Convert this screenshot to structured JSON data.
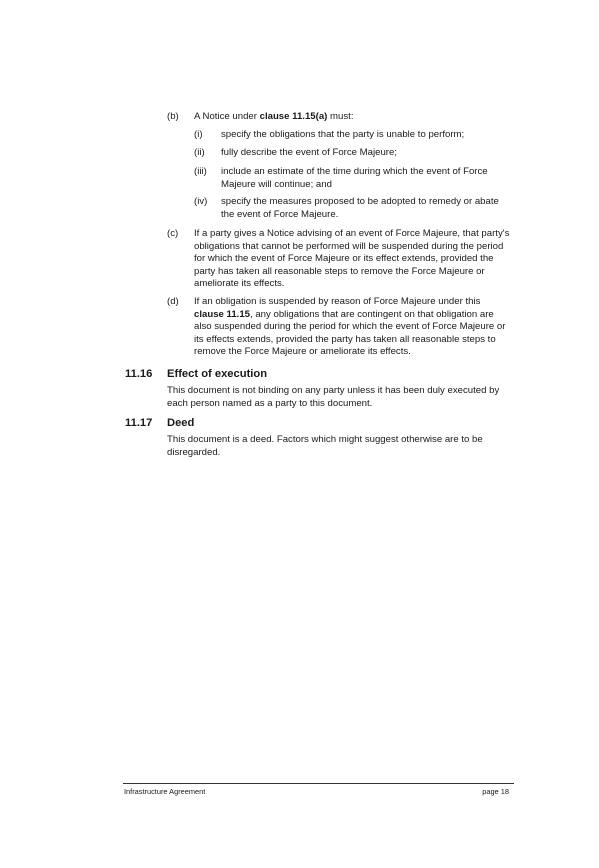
{
  "clause_b": {
    "label": "(b)",
    "text_before": "A Notice under ",
    "ref": "clause 11.15(a)",
    "text_after": " must:",
    "subitems": [
      {
        "label": "(i)",
        "text": "specify the obligations that the party is unable to perform;"
      },
      {
        "label": "(ii)",
        "text": "fully describe the event of Force Majeure;"
      },
      {
        "label": "(iii)",
        "text": "include an estimate of the time during which the event of Force Majeure will continue; and"
      },
      {
        "label": "(iv)",
        "text": "specify the measures proposed to be adopted to remedy or abate the event of Force Majeure."
      }
    ]
  },
  "clause_c": {
    "label": "(c)",
    "text": "If a party gives a Notice advising of an event of Force Majeure, that party's obligations that cannot be performed will be suspended during the period for which the event of Force Majeure or its effect extends, provided the party has taken all reasonable steps to remove the Force Majeure or ameliorate its effects."
  },
  "clause_d": {
    "label": "(d)",
    "text_before": "If an obligation is suspended by reason of Force Majeure under this ",
    "ref": "clause 11.15",
    "text_after": ", any obligations that are contingent on that obligation are also suspended during the period for which the event of Force Majeure or its effects extends, provided the party has taken all reasonable steps to remove the Force Majeure or ameliorate its effects."
  },
  "section_1116": {
    "number": "11.16",
    "title": "Effect of execution",
    "text": "This document is not binding on any party unless it has been duly executed by each person named as a party to this document."
  },
  "section_1117": {
    "number": "11.17",
    "title": "Deed",
    "text": "This document is a deed.  Factors which might suggest otherwise are to be disregarded."
  },
  "footer": {
    "left": "Infrastructure Agreement",
    "right": "page 18"
  }
}
